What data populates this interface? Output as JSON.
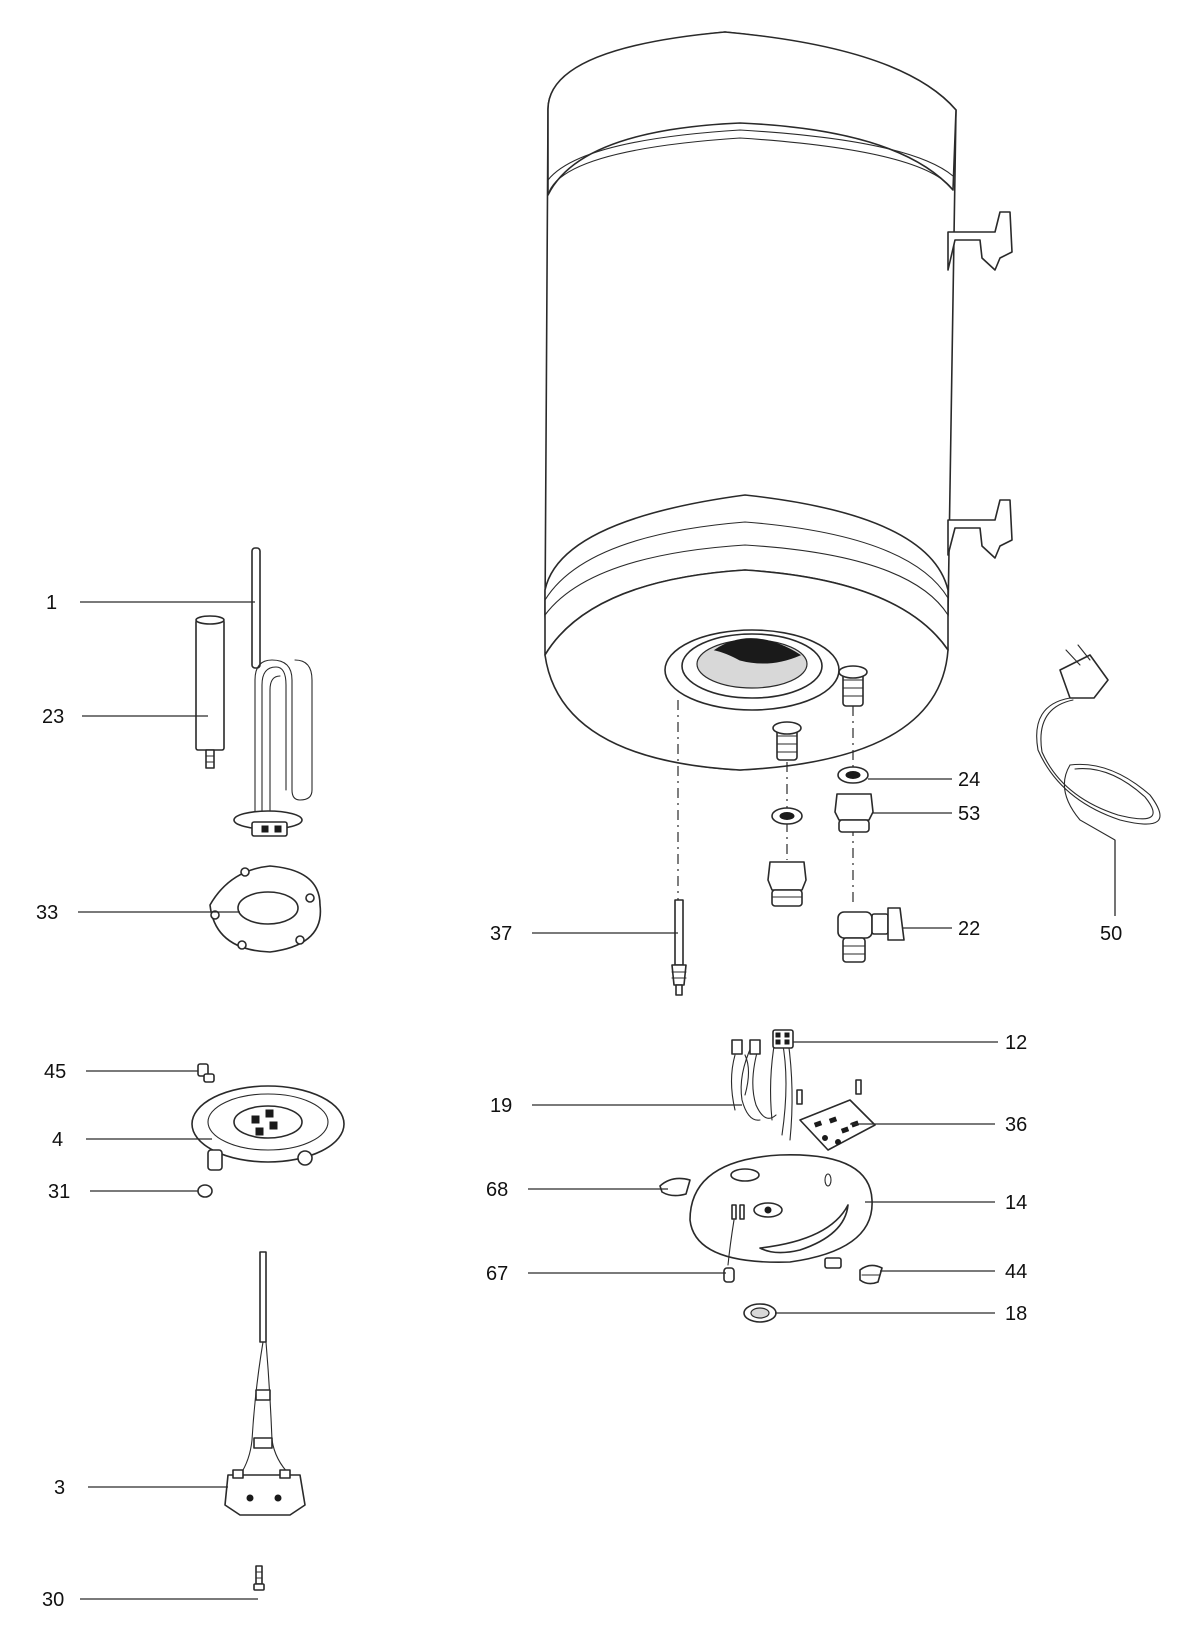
{
  "diagram": {
    "callouts": [
      {
        "id": "1",
        "label": "1"
      },
      {
        "id": "23",
        "label": "23"
      },
      {
        "id": "33",
        "label": "33"
      },
      {
        "id": "45",
        "label": "45"
      },
      {
        "id": "4",
        "label": "4"
      },
      {
        "id": "31",
        "label": "31"
      },
      {
        "id": "3",
        "label": "3"
      },
      {
        "id": "30",
        "label": "30"
      },
      {
        "id": "37",
        "label": "37"
      },
      {
        "id": "24",
        "label": "24"
      },
      {
        "id": "53",
        "label": "53"
      },
      {
        "id": "22",
        "label": "22"
      },
      {
        "id": "50",
        "label": "50"
      },
      {
        "id": "12",
        "label": "12"
      },
      {
        "id": "19",
        "label": "19"
      },
      {
        "id": "36",
        "label": "36"
      },
      {
        "id": "68",
        "label": "68"
      },
      {
        "id": "14",
        "label": "14"
      },
      {
        "id": "67",
        "label": "67"
      },
      {
        "id": "44",
        "label": "44"
      },
      {
        "id": "18",
        "label": "18"
      }
    ]
  }
}
